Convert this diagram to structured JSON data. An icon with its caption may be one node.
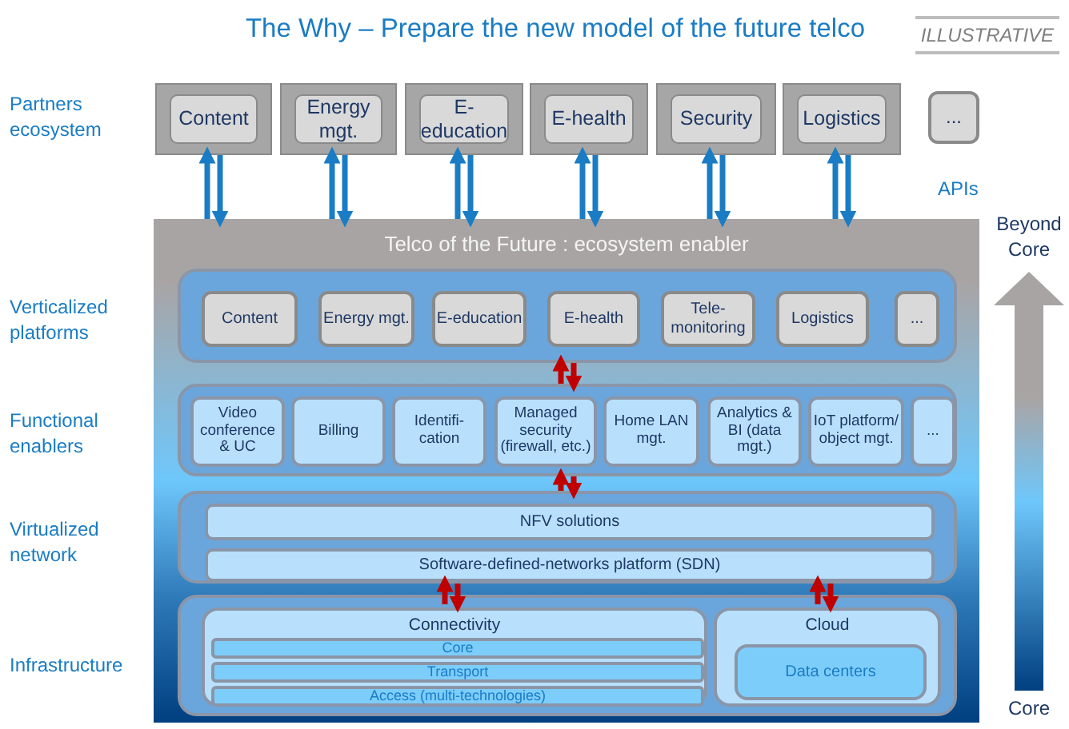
{
  "diagram": {
    "title": "The Why – Prepare the new model of the future telco",
    "nodes": [
      {
        "text": [
          "Content"
        ]
      },
      {
        "text": [
          "Energy mgt."
        ]
      },
      {
        "text": [
          "E- education"
        ]
      },
      {
        "text": [
          "E-health"
        ]
      },
      {
        "text": [
          "Security"
        ]
      },
      {
        "text": [
          "Logistics"
        ]
      },
      {
        "text": [
          "..."
        ]
      },
      {
        "text": [
          "Telco of the Future : ecosystem enabler"
        ]
      },
      {
        "text": [],
        "shape": "box",
        "in": 7
      },
      {
        "text": [
          "Content"
        ],
        "in": 8
      },
      {
        "text": [
          "Energy mgt."
        ],
        "in": 8
      },
      {
        "text": [
          "E-education"
        ],
        "in": 8
      },
      {
        "text": [
          "E-health"
        ],
        "in": 8
      },
      {
        "text": [
          "Tele- monitoring"
        ],
        "in": 8
      },
      {
        "text": [
          "Logistics"
        ],
        "in": 8
      },
      {
        "text": [
          "..."
        ],
        "in": 8
      },
      {
        "text": [],
        "shape": "box",
        "in": 7
      },
      {
        "text": [
          "Video conference & UC"
        ],
        "in": 16
      },
      {
        "text": [
          "Billing"
        ],
        "in": 16
      },
      {
        "text": [
          "Identifi- cation"
        ],
        "in": 16
      },
      {
        "text": [
          "Managed security (firewall, etc.)"
        ],
        "in": 16
      },
      {
        "text": [
          "Home LAN mgt."
        ],
        "in": 16
      },
      {
        "text": [
          "Analytics & BI (data mgt.)"
        ],
        "in": 16
      },
      {
        "text": [
          "IoT platform/ object mgt."
        ],
        "in": 16
      },
      {
        "text": [
          "..."
        ],
        "in": 16
      },
      {
        "text": [],
        "shape": "box",
        "in": 7
      },
      {
        "text": [
          "NFV solutions"
        ],
        "in": 25
      },
      {
        "text": [
          "Software-defined-networks platform (SDN)"
        ],
        "in": 25
      },
      {
        "text": [],
        "shape": "box",
        "in": 7
      },
      {
        "text": [
          "Connectivity"
        ],
        "in": 28
      },
      {
        "text": [
          "Core"
        ],
        "in": 29
      },
      {
        "text": [
          "Transport"
        ],
        "in": 29
      },
      {
        "text": [
          "Access (multi-technologies)"
        ],
        "in": 29
      },
      {
        "text": [
          "Cloud"
        ],
        "in": 28
      },
      {
        "text": [
          "Data centers"
        ],
        "in": 33
      }
    ],
    "edges": [
      {
        "from": 7,
        "to": 0,
        "arrow": "to"
      },
      {
        "from": 0,
        "to": 7,
        "arrow": "to"
      },
      {
        "from": 7,
        "to": 1,
        "arrow": "to"
      },
      {
        "from": 1,
        "to": 7,
        "arrow": "to"
      },
      {
        "from": 7,
        "to": 2,
        "arrow": "to"
      },
      {
        "from": 2,
        "to": 7,
        "arrow": "to"
      },
      {
        "from": 7,
        "to": 3,
        "arrow": "to"
      },
      {
        "from": 3,
        "to": 7,
        "arrow": "to"
      },
      {
        "from": 7,
        "to": 4,
        "arrow": "to"
      },
      {
        "from": 4,
        "to": 7,
        "arrow": "to"
      },
      {
        "from": 7,
        "to": 5,
        "arrow": "to"
      },
      {
        "from": 5,
        "to": 7,
        "arrow": "to"
      },
      {
        "from": 16,
        "to": 8,
        "arrow": "to",
        "color": "#c00000"
      },
      {
        "from": 8,
        "to": 16,
        "arrow": "to",
        "color": "#c00000"
      },
      {
        "from": 25,
        "to": 16,
        "arrow": "to",
        "color": "#c00000"
      },
      {
        "from": 16,
        "to": 25,
        "arrow": "to",
        "color": "#c00000"
      },
      {
        "from": 29,
        "to": 25,
        "arrow": "to",
        "color": "#c00000"
      },
      {
        "from": 25,
        "to": 29,
        "arrow": "to",
        "color": "#c00000"
      },
      {
        "from": 33,
        "to": 25,
        "arrow": "to",
        "color": "#c00000"
      },
      {
        "from": 25,
        "to": 33,
        "arrow": "to",
        "color": "#c00000"
      }
    ],
    "labels": [
      "ILLUSTRATIVE",
      "Partners ecosystem",
      "APIs",
      "Beyond Core",
      "Verticalized platforms",
      "Functional enablers",
      "Virtualized network",
      "Infrastructure",
      "Core"
    ]
  }
}
